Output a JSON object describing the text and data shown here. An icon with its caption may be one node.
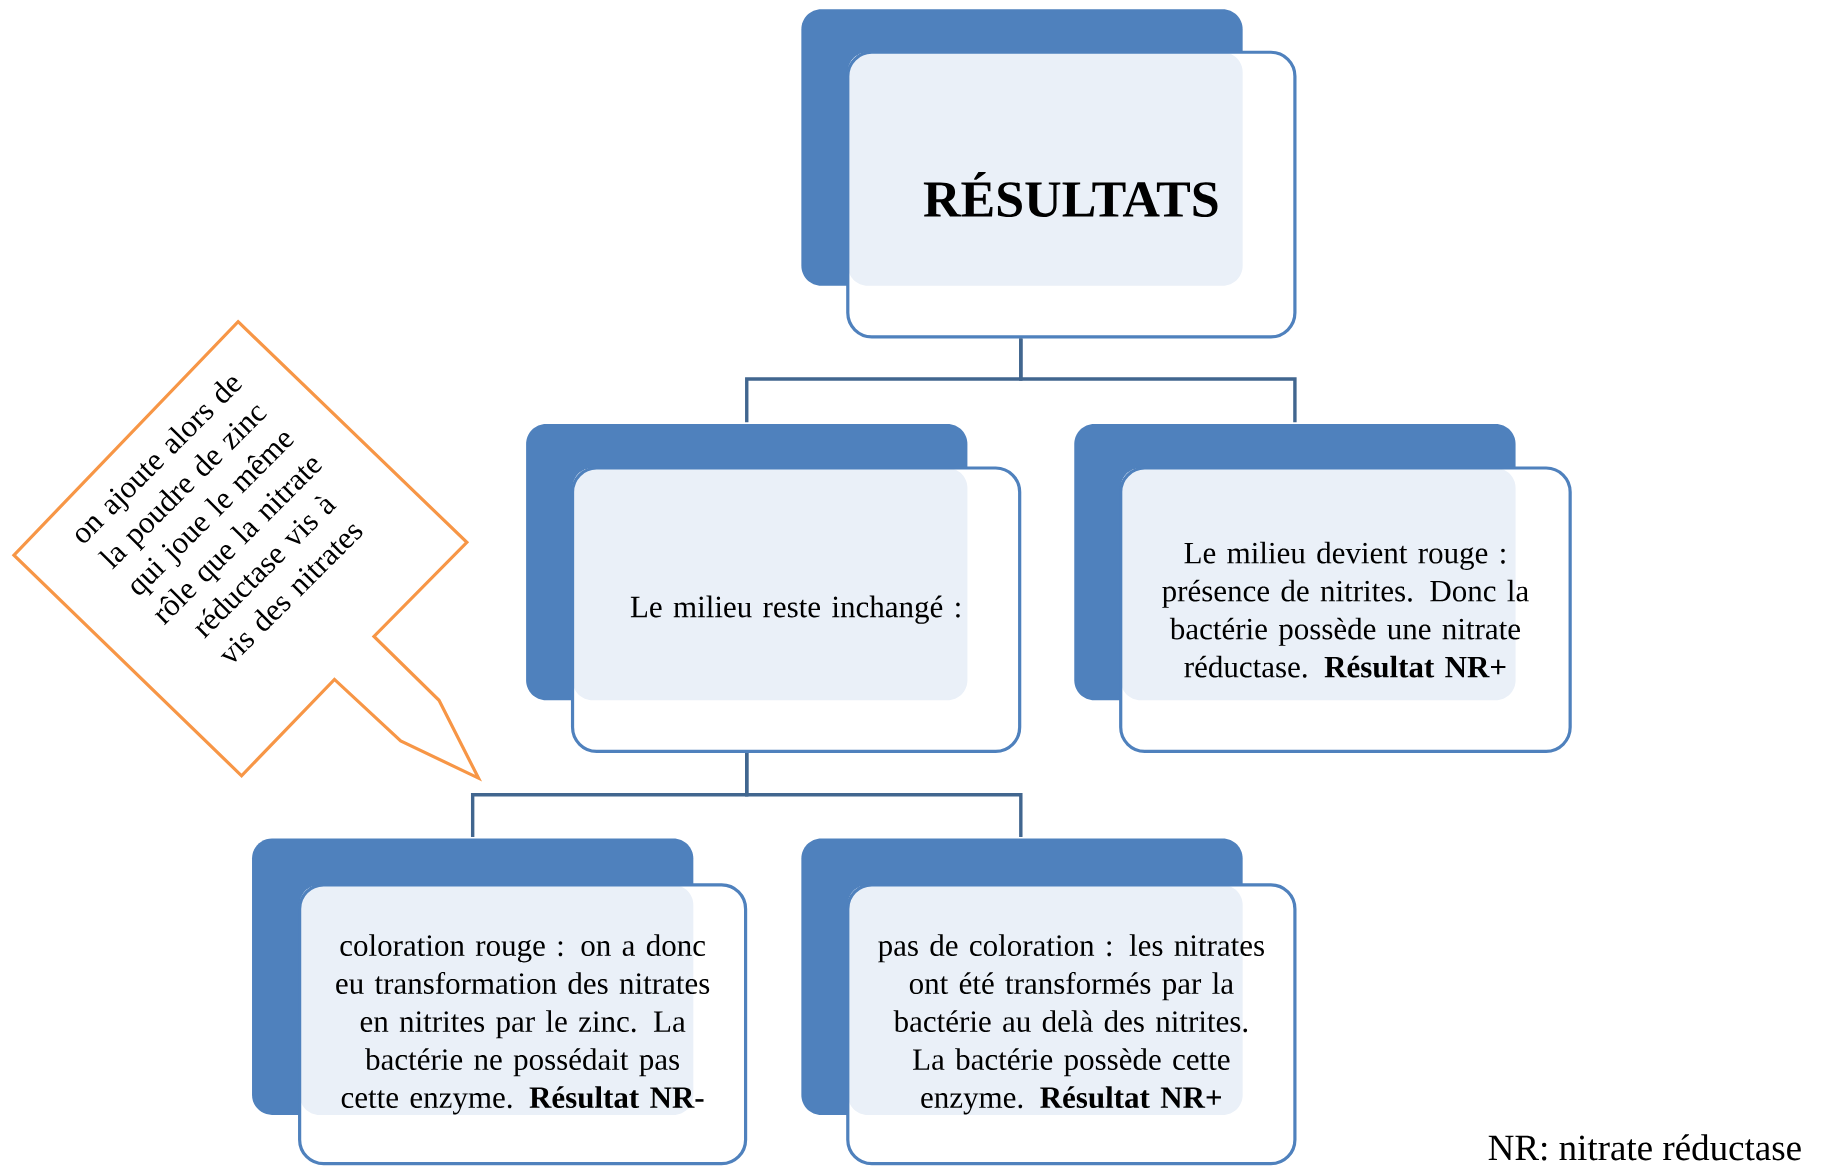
{
  "diagram": {
    "nodes": [
      {
        "text": [
          "RÉSULTATS"
        ]
      },
      {
        "text": [
          "Le milieu reste inchangé :"
        ]
      },
      {
        "text": [
          "Le milieu devient rouge : présence de nitrites. Donc la bactérie possède une nitrate réductase. **Résultat NR+**"
        ]
      },
      {
        "text": [
          "coloration rouge : on a donc eu  transformation des nitrates en nitrites par le zinc. La bactérie ne possédait pas cette enzyme. **Résultat NR-**"
        ]
      },
      {
        "text": [
          "pas de coloration : les nitrates ont été transformés par la bactérie au delà des nitrites. La bactérie possède cette enzyme. **Résultat NR+**"
        ]
      },
      {
        "text": [
          "on ajoute alors de la poudre de zinc qui joue le même rôle que la nitrate réductase vis à vis des nitrates"
        ]
      }
    ],
    "edges": [
      {
        "from": 0,
        "to": 1,
        "arrow": "none"
      },
      {
        "from": 0,
        "to": 2,
        "arrow": "none"
      },
      {
        "from": 1,
        "to": 3,
        "arrow": "none"
      },
      {
        "from": 1,
        "to": 4,
        "arrow": "none"
      }
    ],
    "labels": [
      "NR: nitrate réductase"
    ]
  }
}
